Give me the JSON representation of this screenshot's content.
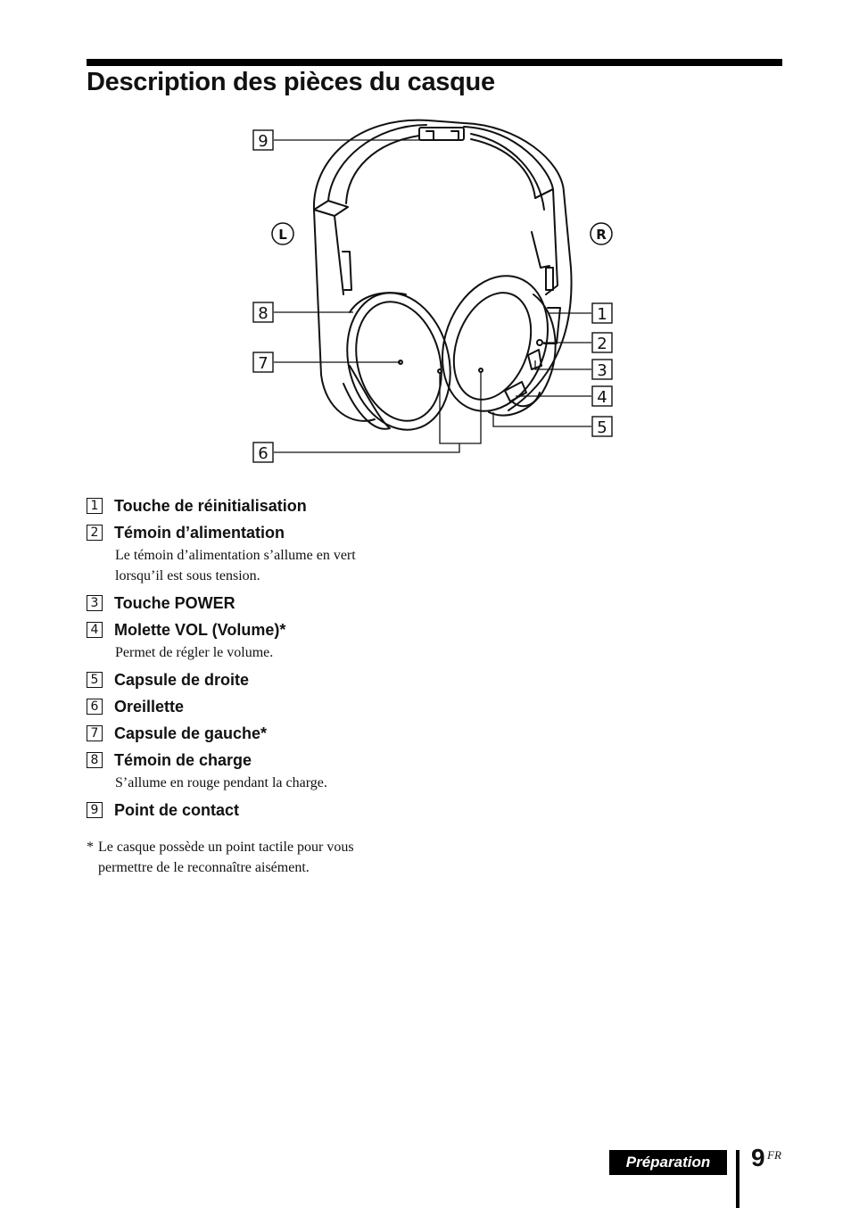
{
  "title": "Description des pièces du casque",
  "figure": {
    "side_left": "L",
    "side_right": "R",
    "callouts": [
      "1",
      "2",
      "3",
      "4",
      "5",
      "6",
      "7",
      "8",
      "9"
    ]
  },
  "items": [
    {
      "num": "1",
      "label": "Touche de réinitialisation",
      "desc": ""
    },
    {
      "num": "2",
      "label": "Témoin d’alimentation",
      "desc": [
        "Le témoin d’alimentation s’allume en vert",
        "lorsqu’il est sous tension."
      ]
    },
    {
      "num": "3",
      "label": "Touche POWER",
      "desc": ""
    },
    {
      "num": "4",
      "label": "Molette VOL (Volume)*",
      "desc": [
        "Permet de régler le volume."
      ]
    },
    {
      "num": "5",
      "label": "Capsule de droite",
      "desc": ""
    },
    {
      "num": "6",
      "label": "Oreillette",
      "desc": ""
    },
    {
      "num": "7",
      "label": "Capsule de gauche*",
      "desc": ""
    },
    {
      "num": "8",
      "label": "Témoin de charge",
      "desc": [
        "S’allume en rouge pendant la charge."
      ]
    },
    {
      "num": "9",
      "label": "Point de contact",
      "desc": ""
    }
  ],
  "footnote": {
    "marker": "*",
    "lines": [
      "Le casque possède un point tactile pour vous",
      "permettre de le reconnaître aisément."
    ]
  },
  "footer": {
    "section": "Préparation",
    "page": "9",
    "lang": "FR"
  }
}
